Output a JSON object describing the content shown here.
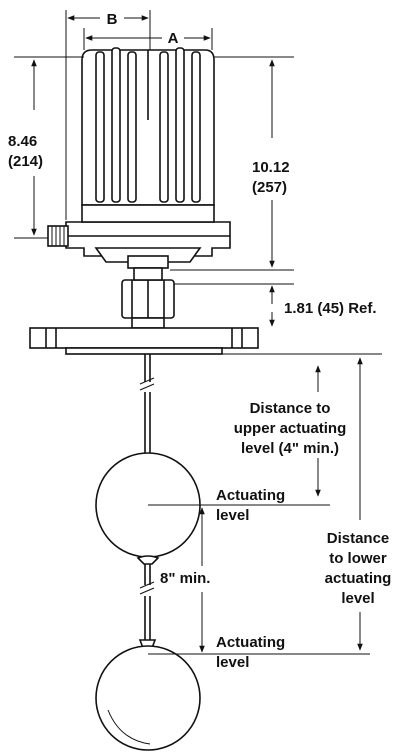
{
  "dimensions": {
    "b": "B",
    "a": "A",
    "height_in": "8.46",
    "height_mm": "(214)",
    "overall_in": "10.12",
    "overall_mm": "(257)",
    "ref": "1.81 (45) Ref."
  },
  "upper_distance": {
    "line1": "Distance to",
    "line2": "upper actuating",
    "line3": "level (4\" min.)"
  },
  "upper_level": {
    "line1": "Actuating",
    "line2": "level"
  },
  "spacing": "8\" min.",
  "lower_distance": {
    "line1": "Distance",
    "line2": "to lower",
    "line3": "actuating",
    "line4": "level"
  },
  "lower_level": {
    "line1": "Actuating",
    "line2": "level"
  }
}
